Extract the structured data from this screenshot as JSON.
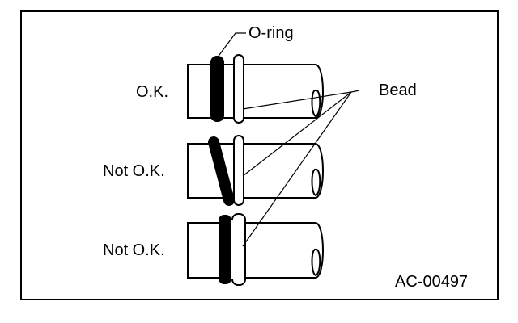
{
  "labels": {
    "oring": "O-ring",
    "bead": "Bead",
    "ok": "O.K.",
    "not_ok_tilted": "Not O.K.",
    "not_ok_over_bead": "Not O.K.",
    "figure_code": "AC-00497"
  }
}
